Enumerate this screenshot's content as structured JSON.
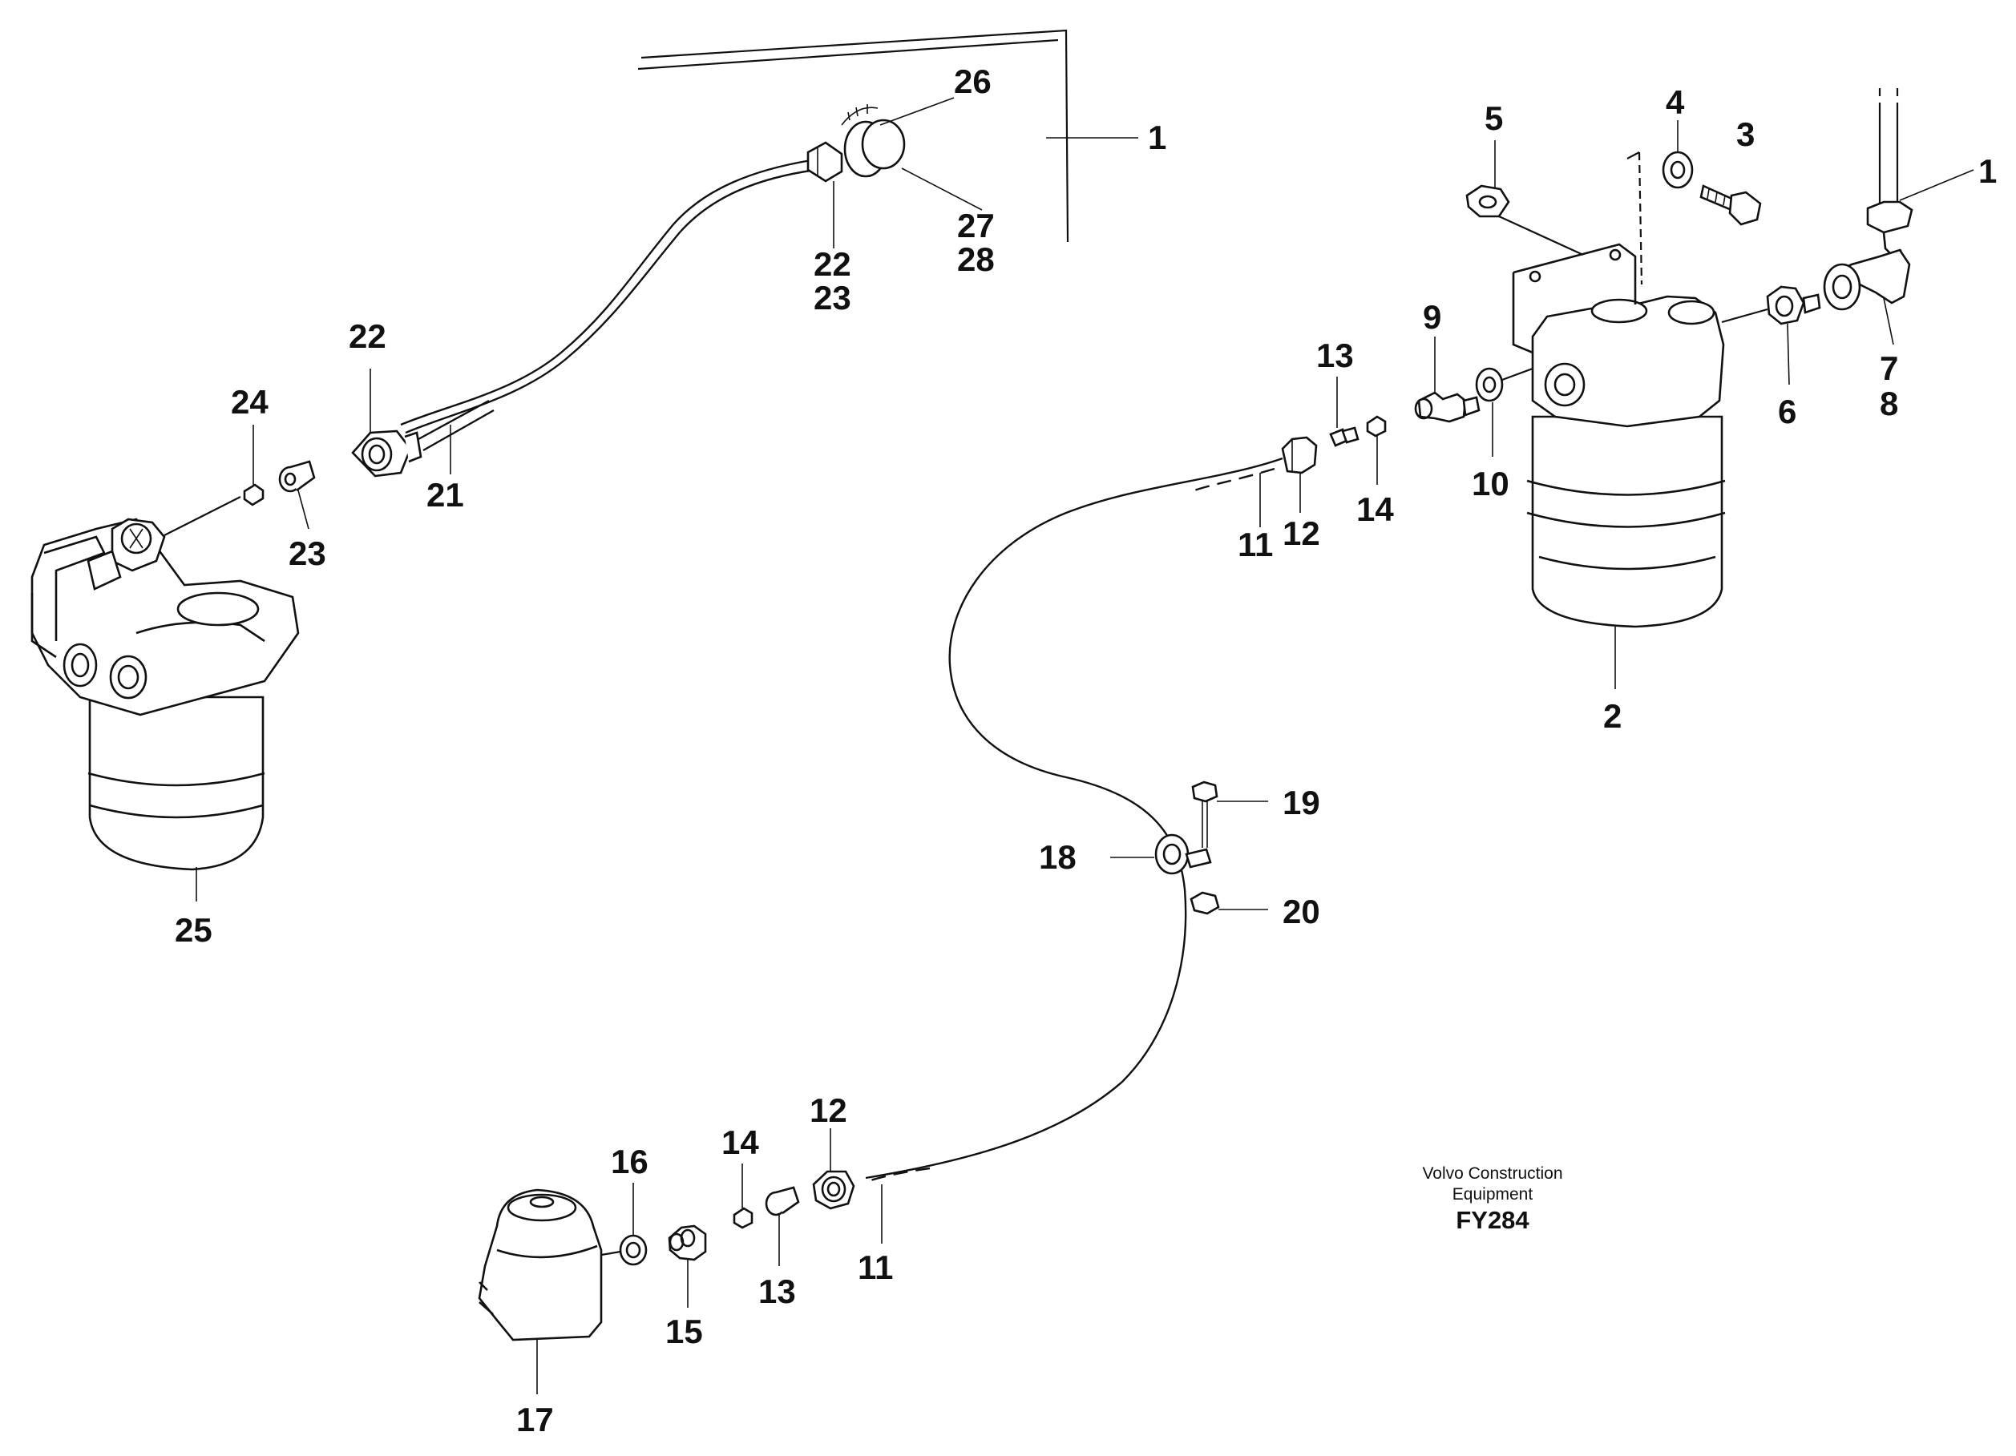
{
  "diagram": {
    "callouts": [
      {
        "id": "c26",
        "text": "26"
      },
      {
        "id": "c1a",
        "text": "1"
      },
      {
        "id": "c27",
        "text": "27"
      },
      {
        "id": "c28",
        "text": "28"
      },
      {
        "id": "c22a",
        "text": "22"
      },
      {
        "id": "c23a",
        "text": "23"
      },
      {
        "id": "c22b",
        "text": "22"
      },
      {
        "id": "c24",
        "text": "24"
      },
      {
        "id": "c21",
        "text": "21"
      },
      {
        "id": "c23b",
        "text": "23"
      },
      {
        "id": "c25",
        "text": "25"
      },
      {
        "id": "c5",
        "text": "5"
      },
      {
        "id": "c4",
        "text": "4"
      },
      {
        "id": "c3",
        "text": "3"
      },
      {
        "id": "c1b",
        "text": "1"
      },
      {
        "id": "c13a",
        "text": "13"
      },
      {
        "id": "c9",
        "text": "9"
      },
      {
        "id": "c7",
        "text": "7"
      },
      {
        "id": "c8",
        "text": "8"
      },
      {
        "id": "c6",
        "text": "6"
      },
      {
        "id": "c10",
        "text": "10"
      },
      {
        "id": "c14a",
        "text": "14"
      },
      {
        "id": "c11a",
        "text": "11"
      },
      {
        "id": "c12a",
        "text": "12"
      },
      {
        "id": "c2",
        "text": "2"
      },
      {
        "id": "c19",
        "text": "19"
      },
      {
        "id": "c18",
        "text": "18"
      },
      {
        "id": "c20",
        "text": "20"
      },
      {
        "id": "c12b",
        "text": "12"
      },
      {
        "id": "c14b",
        "text": "14"
      },
      {
        "id": "c16",
        "text": "16"
      },
      {
        "id": "c13b",
        "text": "13"
      },
      {
        "id": "c11b",
        "text": "11"
      },
      {
        "id": "c15",
        "text": "15"
      },
      {
        "id": "c17",
        "text": "17"
      }
    ],
    "caption": {
      "line1": "Volvo Construction",
      "line2": "Equipment",
      "code": "FY284"
    }
  }
}
